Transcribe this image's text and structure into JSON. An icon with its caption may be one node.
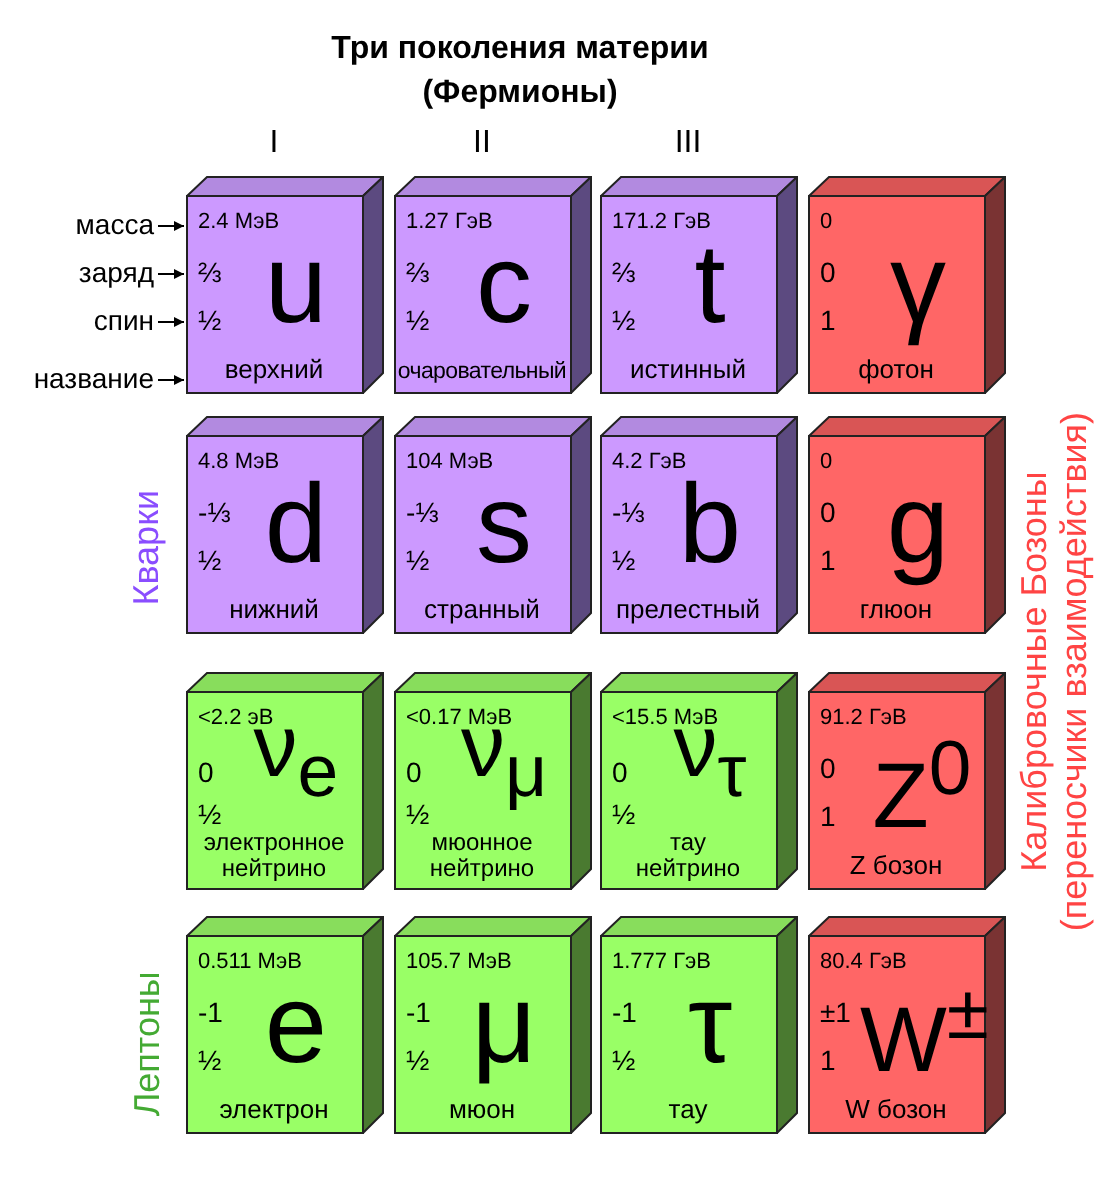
{
  "diagram": {
    "title": "Три поколения материи (Фермионы)",
    "nodes": [
      {
        "text": [
          "2.4 МэВ",
          "⅔",
          "½",
          "u",
          "верхний"
        ]
      },
      {
        "text": [
          "1.27 ГэВ",
          "⅔",
          "½",
          "c",
          "очаровательный"
        ]
      },
      {
        "text": [
          "171.2 ГэВ",
          "⅔",
          "½",
          "t",
          "истинный"
        ]
      },
      {
        "text": [
          "0",
          "0",
          "1",
          "γ",
          "фотон"
        ]
      },
      {
        "text": [
          "4.8 МэВ",
          "-⅓",
          "½",
          "d",
          "нижний"
        ]
      },
      {
        "text": [
          "104 МэВ",
          "-⅓",
          "½",
          "s",
          "странный"
        ]
      },
      {
        "text": [
          "4.2 ГэВ",
          "-⅓",
          "½",
          "b",
          "прелестный"
        ]
      },
      {
        "text": [
          "0",
          "0",
          "1",
          "g",
          "глюон"
        ]
      },
      {
        "text": [
          "<2.2 эВ",
          "0",
          "½",
          "ν$_{e}$",
          "электронное нейтрино"
        ]
      },
      {
        "text": [
          "<0.17 МэВ",
          "0",
          "½",
          "ν$_{μ}$",
          "мюонное нейтрино"
        ]
      },
      {
        "text": [
          "<15.5 МэВ",
          "0",
          "½",
          "ν$_{τ}$",
          "тау нейтрино"
        ]
      },
      {
        "text": [
          "91.2 ГэВ",
          "0",
          "1",
          "Z$^{0}$",
          "Z бозон"
        ]
      },
      {
        "text": [
          "0.511 МэВ",
          "-1",
          "½",
          "e",
          "электрон"
        ]
      },
      {
        "text": [
          "105.7 МэВ",
          "-1",
          "½",
          "μ",
          "мюон"
        ]
      },
      {
        "text": [
          "1.777 ГэВ",
          "-1",
          "½",
          "τ",
          "тау"
        ]
      },
      {
        "text": [
          "80.4 ГэВ",
          "±1",
          "1",
          "W$^{±}$",
          "W бозон"
        ]
      },
      {
        "text": [
          "масса"
        ]
      },
      {
        "text": [
          "заряд"
        ]
      },
      {
        "text": [
          "спин"
        ]
      },
      {
        "text": [
          "название"
        ]
      }
    ],
    "edges": [
      {
        "from": 16,
        "to": 0,
        "arrow": "to"
      },
      {
        "from": 17,
        "to": 0,
        "arrow": "to"
      },
      {
        "from": 18,
        "to": 0,
        "arrow": "to"
      },
      {
        "from": 19,
        "to": 0,
        "arrow": "to"
      }
    ],
    "labels": [
      "I",
      "II",
      "III",
      "Кварки",
      "Калибровочные Бозоны (переносчики взаимодействия)",
      "Лептоны"
    ]
  }
}
